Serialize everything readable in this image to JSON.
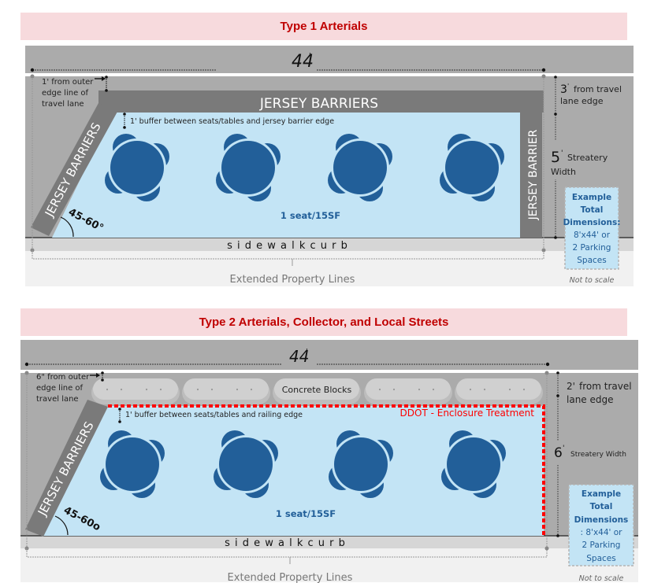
{
  "diagrams": [
    {
      "title": "Type 1 Arterials",
      "overall_length": "44",
      "overall_length_mark": "'",
      "offset_note_lines": [
        "1' from outer",
        "edge line of",
        "travel lane"
      ],
      "top_barrier_label": "JERSEY BARRIERS",
      "buffer_note": "1' buffer between seats/tables and jersey barrier edge",
      "angled_barrier_label": "JERSEY BARRIERS",
      "right_barrier_label": "JERSEY BARRIER",
      "angle_label": "45-60°",
      "seating_label": "1 seat/15SF",
      "table_count": 4,
      "curb_label": "s i d e w a l k   c u r b",
      "property_label": "Extended Property Lines",
      "travel_offset_value": "3",
      "travel_offset_lines": [
        "from travel",
        "lane edge"
      ],
      "width_value": "5",
      "width_label": "Streatery",
      "width_label2": "Width",
      "example_lines": [
        "Example",
        "Total",
        "Dimensions:",
        "8'x44' or",
        "2 Parking",
        "Spaces"
      ],
      "scale_note": "Not to scale"
    },
    {
      "title": "Type 2 Arterials, Collector, and Local Streets",
      "overall_length": "44",
      "overall_length_mark": "'",
      "offset_note_lines": [
        "6\" from outer",
        "edge line of",
        "travel lane"
      ],
      "concrete_label": "Concrete Blocks",
      "buffer_note": "1' buffer between seats/tables and railing edge",
      "enclosure_label": "DDOT - Enclosure Treatment",
      "angled_barrier_label": "JERSEY BARRIERS",
      "angle_label": "45-60o",
      "seating_label": "1 seat/15SF",
      "table_count": 4,
      "curb_label": "s i d e w a l k   c u r b",
      "property_label": "Extended Property Lines",
      "travel_offset_value": "2'",
      "travel_offset_lines": [
        "from travel",
        "lane edge"
      ],
      "width_value": "6",
      "width_label": "Streatery Width",
      "example_lines": [
        "Example",
        "Total",
        "Dimensions",
        ": 8'x44' or",
        "2 Parking",
        "Spaces"
      ],
      "scale_note": "Not to scale"
    }
  ],
  "colors": {
    "title_bg": "#f7dadd",
    "title_text": "#c00000",
    "road_gray": "#ababab",
    "barrier_gray": "#7a7a7a",
    "seating_area": "#c3e4f5",
    "table_blue": "#225f99",
    "curb_gray": "#d6d6d6",
    "enclosure_red": "#ff0000"
  }
}
